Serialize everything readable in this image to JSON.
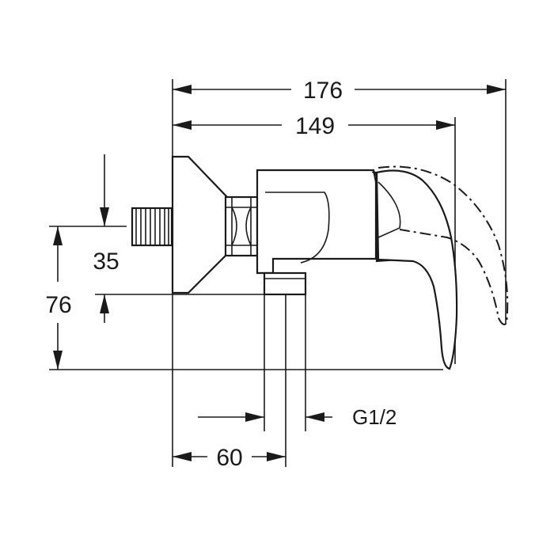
{
  "dimensions": {
    "overall_length": "176",
    "length_to_lever": "149",
    "outlet_height": "35",
    "total_height": "76",
    "outlet_offset": "60"
  },
  "thread_label": "G1/2"
}
